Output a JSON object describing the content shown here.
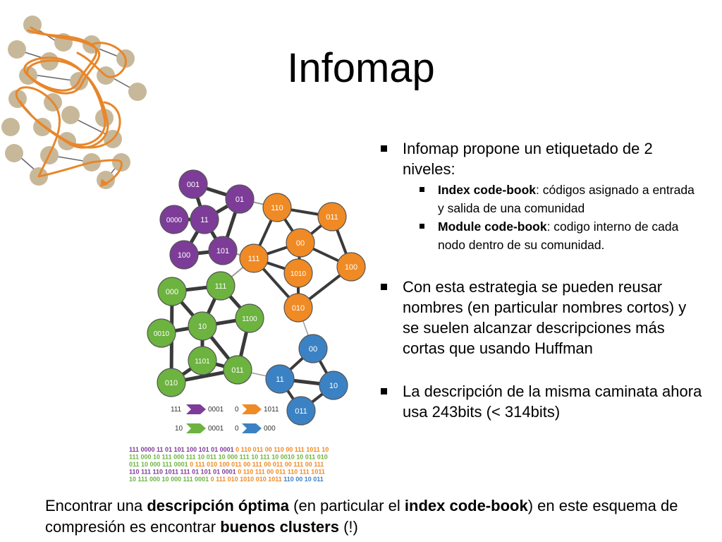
{
  "title": "Infomap",
  "bullets": [
    {
      "text": "Infomap propone un etiquetado de 2 niveles:",
      "sub": [
        {
          "bold": "Index code-book",
          "rest": ": códigos asignado a entrada y salida de una comunidad"
        },
        {
          "bold": "Module code-book",
          "rest": ": codigo interno de cada nodo dentro de su comunidad."
        }
      ]
    },
    {
      "text": "Con esta estrategia se pueden reusar nombres (en particular nombres cortos) y se suelen alcanzar descripciones más cortas que usando Huffman"
    },
    {
      "text": "La descripción de la misma caminata ahora usa 243bits (< 314bits)"
    }
  ],
  "footer": {
    "p1": "Encontrar una ",
    "b1": "descripción óptima",
    "p2": " (en particular el ",
    "b2": "index code-book",
    "p3": ") en este esquema de compresión es encontrar ",
    "b3": "buenos clusters",
    "p4": " (!)"
  },
  "colors": {
    "purple": "#7d3c98",
    "orange": "#f08a24",
    "green": "#6cb33f",
    "blue": "#3b82c4",
    "beige": "#c8b89a"
  },
  "graph": {
    "nodes": [
      {
        "label": "001",
        "color": "purple"
      },
      {
        "label": "01",
        "color": "purple"
      },
      {
        "label": "0000",
        "color": "purple"
      },
      {
        "label": "11",
        "color": "purple"
      },
      {
        "label": "100",
        "color": "purple"
      },
      {
        "label": "101",
        "color": "purple"
      },
      {
        "label": "110",
        "color": "orange"
      },
      {
        "label": "011",
        "color": "orange"
      },
      {
        "label": "00",
        "color": "orange"
      },
      {
        "label": "111",
        "color": "orange"
      },
      {
        "label": "1010",
        "color": "orange"
      },
      {
        "label": "100",
        "color": "orange"
      },
      {
        "label": "010",
        "color": "orange"
      },
      {
        "label": "000",
        "color": "green"
      },
      {
        "label": "111",
        "color": "green"
      },
      {
        "label": "1100",
        "color": "green"
      },
      {
        "label": "0010",
        "color": "green"
      },
      {
        "label": "10",
        "color": "green"
      },
      {
        "label": "1101",
        "color": "green"
      },
      {
        "label": "011",
        "color": "green"
      },
      {
        "label": "010",
        "color": "green"
      },
      {
        "label": "00",
        "color": "blue"
      },
      {
        "label": "11",
        "color": "blue"
      },
      {
        "label": "10",
        "color": "blue"
      },
      {
        "label": "011",
        "color": "blue"
      }
    ],
    "index_codes": [
      {
        "code": "111",
        "color": "purple",
        "exit": "0001"
      },
      {
        "code": "0",
        "color": "orange",
        "exit": "1011"
      },
      {
        "code": "10",
        "color": "green",
        "exit": "0001"
      },
      {
        "code": "0",
        "color": "blue",
        "exit": "000"
      }
    ],
    "bitstream": [
      [
        {
          "t": "111 0000 11 01 101 100 101 01 0001 ",
          "c": "purple"
        },
        {
          "t": "0 110 011 00 110 00 111 1011 10",
          "c": "orange"
        }
      ],
      [
        {
          "t": "111 000 10 111 000 111 10 011 10 000 111 10 111 10 0010 10 011 010",
          "c": "green"
        }
      ],
      [
        {
          "t": "011 10 000 111 0001 ",
          "c": "green"
        },
        {
          "t": "0 111 010 100 011 00 111 00 011 00 111 00 111",
          "c": "orange"
        }
      ],
      [
        {
          "t": "110 111 110 1011 111 01 101 01 0001 ",
          "c": "purple"
        },
        {
          "t": "0 110 111 00 011 110 111 1011",
          "c": "orange"
        }
      ],
      [
        {
          "t": "10 111 000 10 000 111 0001 ",
          "c": "green"
        },
        {
          "t": "0 111 010 1010 010 1011 ",
          "c": "orange"
        },
        {
          "t": "110 00 10 011",
          "c": "blue"
        }
      ]
    ]
  }
}
